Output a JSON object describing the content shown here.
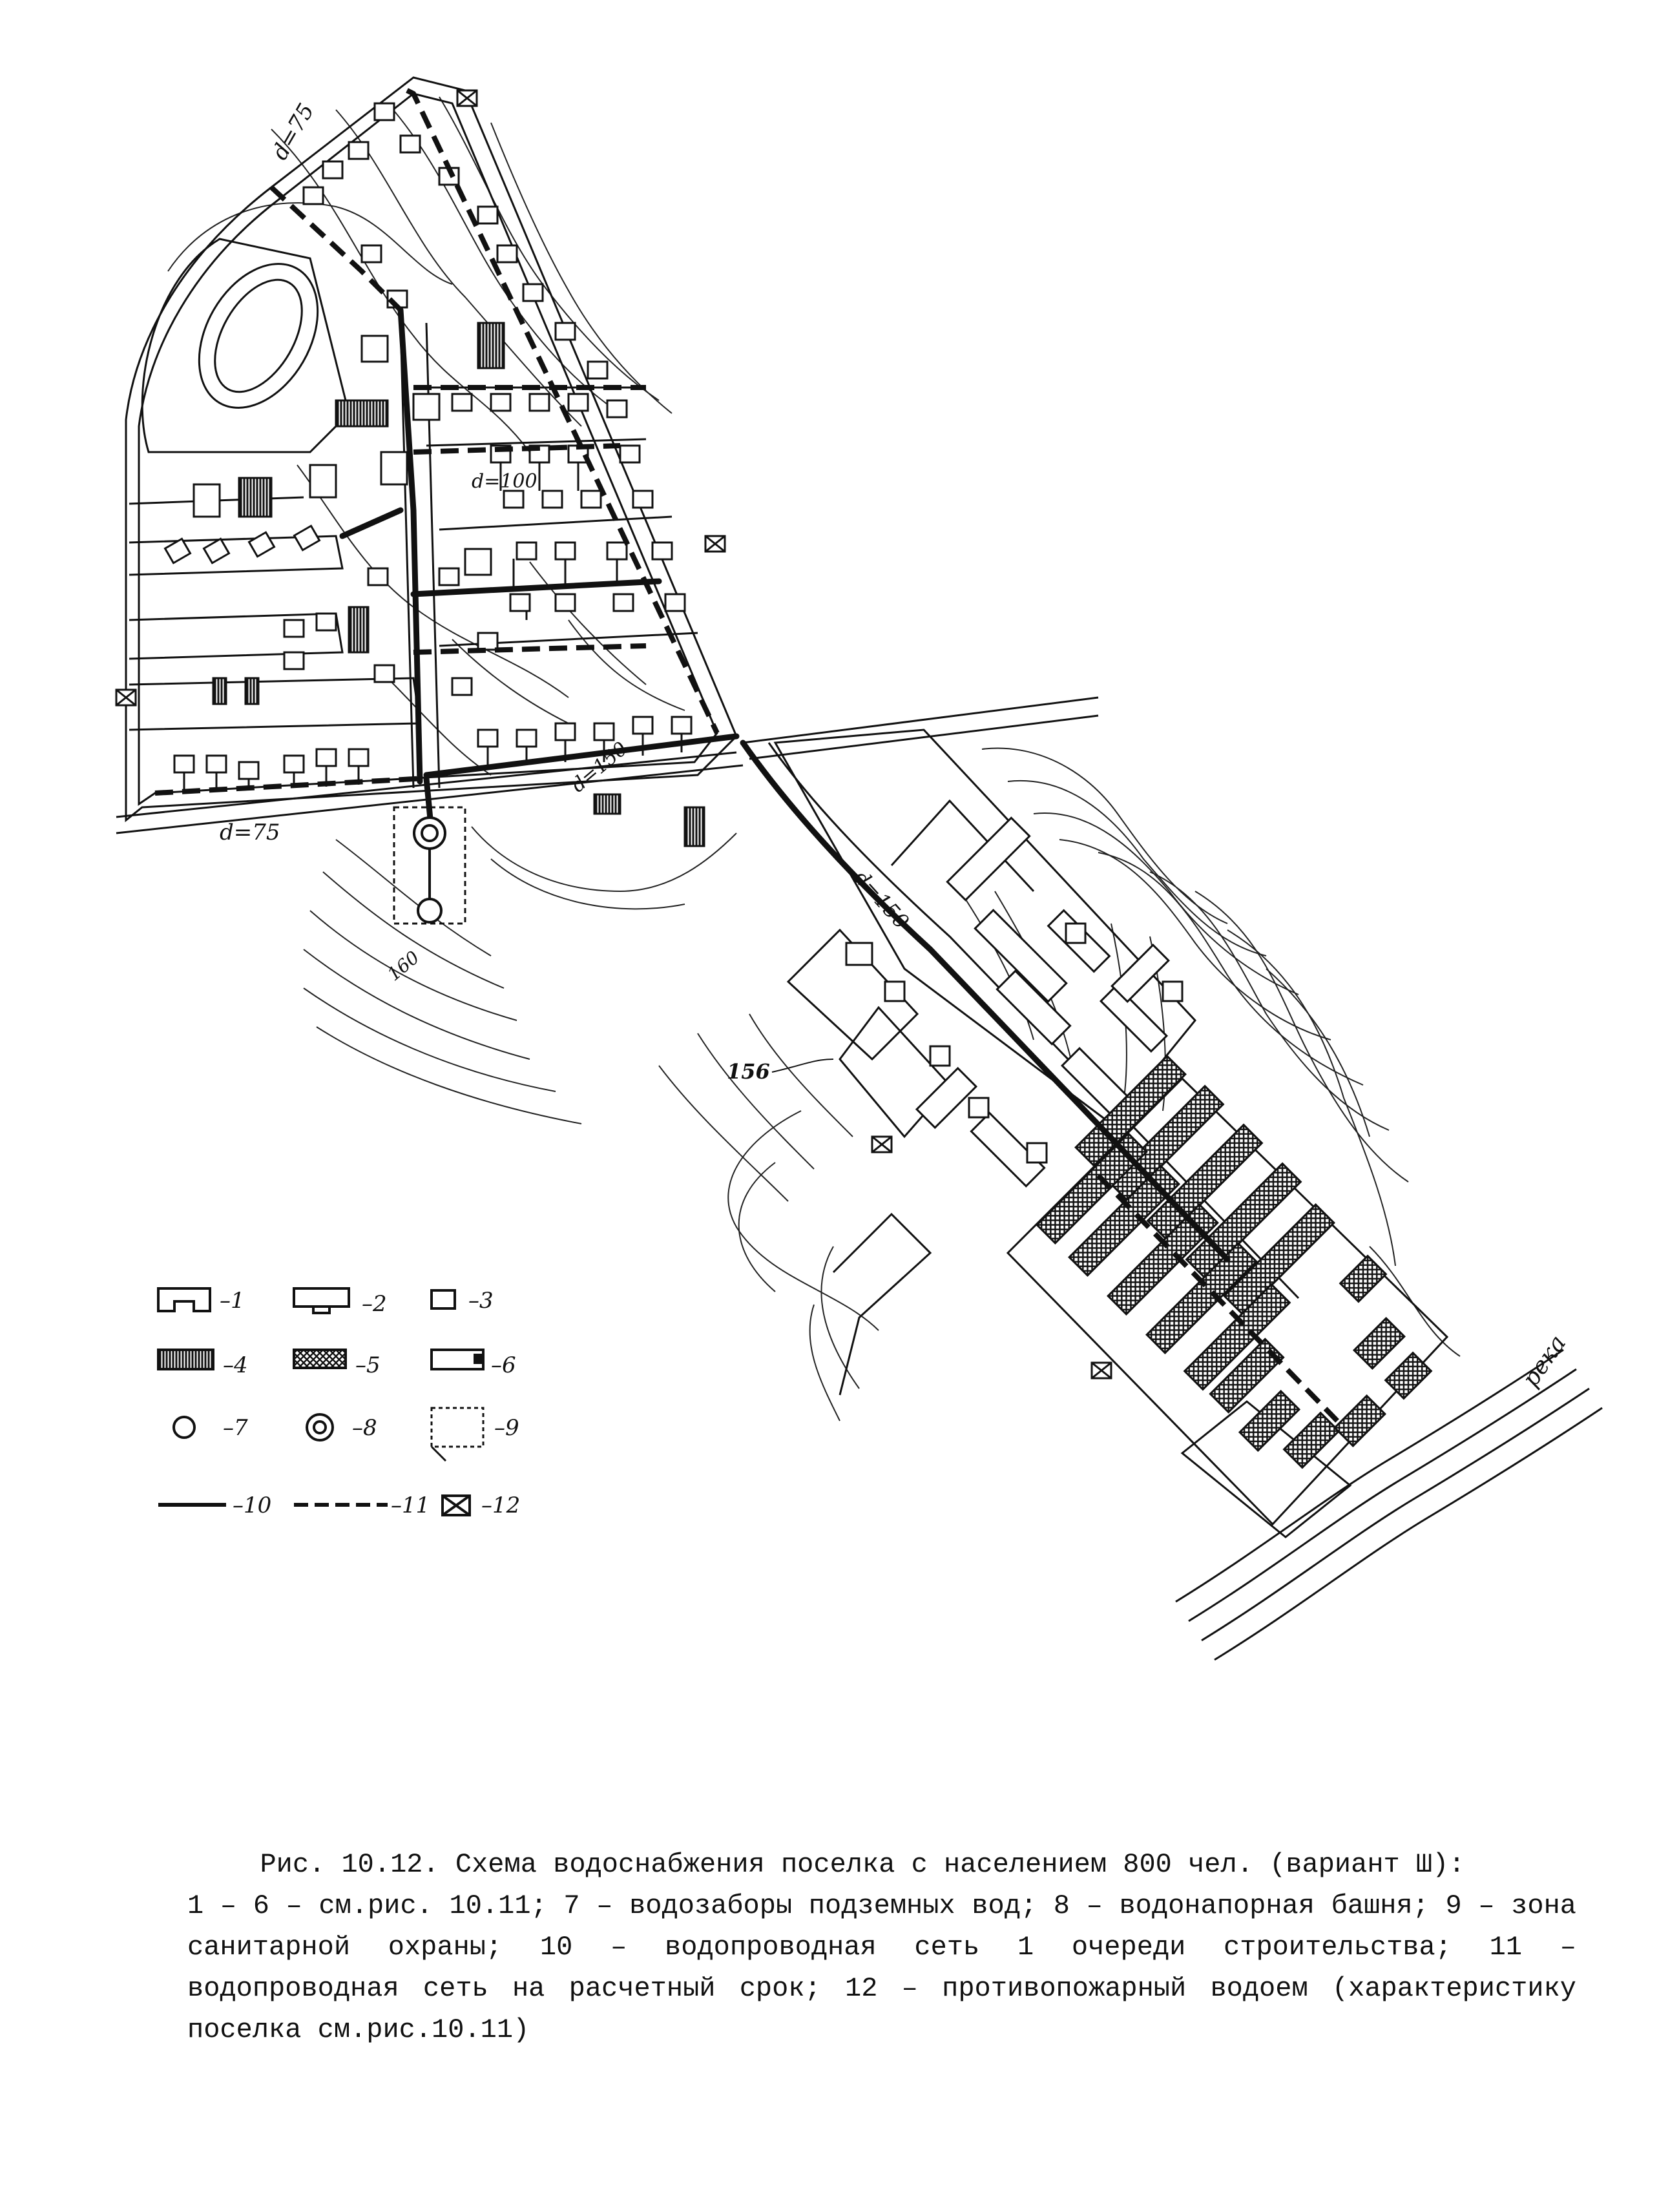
{
  "map_labels": {
    "d75_top": "d=75",
    "d100": "d=100",
    "d150_mid": "d=150",
    "d150_road": "d=150",
    "d75_bottom": "d=75",
    "elev_160": "160",
    "elev_156": "156",
    "river": "река"
  },
  "legend": [
    {
      "num": "1"
    },
    {
      "num": "2"
    },
    {
      "num": "3"
    },
    {
      "num": "4"
    },
    {
      "num": "5"
    },
    {
      "num": "6"
    },
    {
      "num": "7"
    },
    {
      "num": "8"
    },
    {
      "num": "9"
    },
    {
      "num": "10"
    },
    {
      "num": "11"
    },
    {
      "num": "12"
    }
  ],
  "caption": {
    "title": "Рис. 10.12. Схема водоснабжения поселка с населением 800 чел. (вариант Ш):",
    "line1": "1 – 6 – см.рис. 10.11;  7 – водозаборы подземных вод;  8 – водонапорная башня;  9 – зона санитарной охраны;  10 – водопроводная сеть 1 очереди строительства;  11 – водопроводная сеть на расчетный срок;  12 – противопожарный водоем (характеристику поселка см.рис.10.11)"
  },
  "colors": {
    "ink": "#111111",
    "paper": "#ffffff"
  }
}
